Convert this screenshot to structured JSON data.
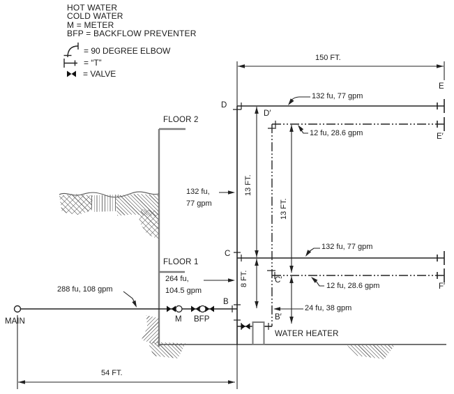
{
  "legend": {
    "items": [
      "HOT WATER",
      "COLD WATER",
      "M = METER",
      "BFP = BACKFLOW PREVENTER"
    ],
    "elbow_label": "= 90 DEGREE ELBOW",
    "tee_label": "= “T”",
    "valve_label": "= VALVE"
  },
  "dimensions": {
    "top_width": "150 FT.",
    "bottom_width": "54 FT.",
    "riser_d_to_c": "13 FT.",
    "riser_dprime_to_cprime": "13 FT.",
    "riser_c_to_b": "8 FT."
  },
  "floors": {
    "floor_2": "FLOOR 2",
    "floor_1": "FLOOR 1"
  },
  "nodes": {
    "d": "D",
    "d_prime": "D′",
    "e": "E",
    "e_prime": "E′",
    "c": "C",
    "c_prime": "C′",
    "b": "B",
    "b_prime": "B′",
    "f_prime": "F′",
    "main": "MAIN",
    "meter": "M",
    "bfp": "BFP"
  },
  "flows": {
    "branch_de": "132 fu, 77 gpm",
    "branch_de_hot": "12 fu, 28.6 gpm",
    "branch_cf": "132 fu, 77 gpm",
    "branch_cf_hot": "12 fu, 28.6 gpm",
    "riser_cd_line1": "132 fu,",
    "riser_cd_line2": "77 gpm",
    "riser_bc_line1": "264 fu,",
    "riser_bc_line2": "104.5 gpm",
    "service": "288 fu, 108 gpm",
    "hot_riser": "24 fu, 38 gpm"
  },
  "equipment": {
    "water_heater": "WATER HEATER"
  },
  "colors": {
    "pipe": "#222222",
    "building": "#7b7b7b",
    "text": "#1a1a1a",
    "background": "#ffffff"
  }
}
